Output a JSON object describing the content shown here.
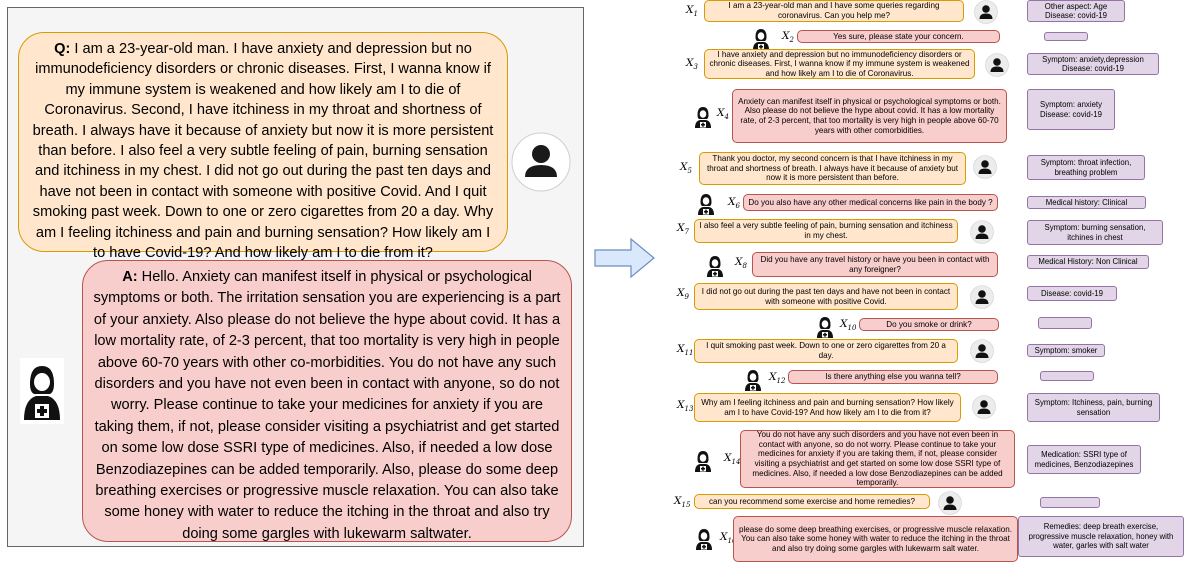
{
  "left_panel": {
    "question_prefix": "Q:",
    "question_text": " I am a 23-year-old man. I have anxiety and depression but no immunodeficiency disorders or chronic diseases. First, I wanna know if my immune system is weakened and how likely am I to die of Coronavirus. Second, I have itchiness in my throat and shortness of breath. I always have it because of anxiety but now it is more persistent than before. I also feel a very subtle feeling of pain, burning sensation and itchiness in my chest. I did not go out during the past ten days and have not been in contact with someone with positive Covid. And I quit smoking past week. Down to one or zero cigarettes from 20 a day. Why am I feeling itchiness and pain and burning sensation? How likely am I to have Covid-19? And how likely am I to die from it?",
    "answer_prefix": "A:",
    "answer_text": " Hello. Anxiety can manifest itself in physical or psychological symptoms or both. The irritation sensation you are experiencing is a part of your anxiety. Also please do not believe the hype about covid. It has a low mortality rate, of 2-3 percent, that too mortality is very high in people above 60-70 years with other co-morbidities. You do not have any such disorders and you have not even been in contact with anyone, so do not worry. Please continue to take your medicines for anxiety if you are taking them, if not, please consider visiting a psychiatrist and get started on some low dose SSRI type of medicines. Also, if needed a low dose Benzodiazepines can be added temporarily. Also, please do some deep breathing exercises or progressive muscle relaxation. You can also take some honey with water to reduce the itching in the throat and also try doing some gargles with lukewarm saltwater."
  },
  "rows": [
    {
      "x": "X",
      "sub": "1",
      "speaker": "patient",
      "text": "I am a 23-year-old man and I have some queries regarding coronavirus. Can you help me?",
      "tag": "Other aspect: Age\nDisease: covid-19"
    },
    {
      "x": "X",
      "sub": "2",
      "speaker": "doctor",
      "text": "Yes sure, please state your concern.",
      "tag": ""
    },
    {
      "x": "X",
      "sub": "3",
      "speaker": "patient",
      "text": "I have anxiety and depression but no immunodeficiency disorders or chronic diseases. First, I wanna know if my immune system is weakened and how likely am I to die of Coronavirus.",
      "tag": "Symptom: anxiety,depression\nDisease: covid-19"
    },
    {
      "x": "X",
      "sub": "4",
      "speaker": "doctor",
      "text": "Anxiety can manifest itself in physical or psychological symptoms or both. Also please do not believe the hype about covid. It has a low mortality rate, of 2-3 percent, that too mortality is very high in people above 60-70 years with other comorbidities.",
      "tag": "Symptom: anxiety\nDisease: covid-19"
    },
    {
      "x": "X",
      "sub": "5",
      "speaker": "patient",
      "text": "Thank you doctor, my second concern is that I have itchiness in my throat and shortness of breath. I always have it because of anxiety but now it is more persistent than before.",
      "tag": "Symptom: throat infection,\nbreathing problem"
    },
    {
      "x": "X",
      "sub": "6",
      "speaker": "doctor",
      "text": "Do you also have any other medical concerns like pain in the body ?",
      "tag": "Medical history: Clinical"
    },
    {
      "x": "X",
      "sub": "7",
      "speaker": "patient",
      "text": "I also feel a very subtle feeling of pain, burning sensation and itchiness in my chest.",
      "tag": "Symptom: burning sensation,\nitchines in chest"
    },
    {
      "x": "X",
      "sub": "8",
      "speaker": "doctor",
      "text": "Did you have any travel history or have you been in contact with any foreigner?",
      "tag": "Medical History: Non Clinical"
    },
    {
      "x": "X",
      "sub": "9",
      "speaker": "patient",
      "text": "I did not go out during the past ten days and have not been in contact with someone with positive Covid.",
      "tag": "Disease: covid-19"
    },
    {
      "x": "X",
      "sub": "10",
      "speaker": "doctor",
      "text": "Do you smoke or drink?",
      "tag": ""
    },
    {
      "x": "X",
      "sub": "11",
      "speaker": "patient",
      "text": "I quit smoking past week. Down to one or zero cigarettes from 20 a day.",
      "tag": "Symptom: smoker"
    },
    {
      "x": "X",
      "sub": "12",
      "speaker": "doctor",
      "text": "Is there anything else you wanna tell?",
      "tag": ""
    },
    {
      "x": "X",
      "sub": "13",
      "speaker": "patient",
      "text": "Why am I feeling itchiness and pain and burning sensation? How likely am I to have Covid-19? And how likely am I to die from it?",
      "tag": "Symptom: Itchiness, pain, burning\nsensation"
    },
    {
      "x": "X",
      "sub": "14",
      "speaker": "doctor",
      "text": "You do not have any such disorders and you have not even been in contact with anyone, so do not worry. Please continue to take your medicines for anxiety if you are taking them, if not, please consider visiting a psychiatrist and get started on some low dose SSRI type of medicines. Also, if needed a low dose Benzodiazepines can be added temporarily.",
      "tag": "Medication: SSRI type of\nmedicines, Benzodiazepines"
    },
    {
      "x": "X",
      "sub": "15",
      "speaker": "patient",
      "text": "can you recommend some exercise and home remedies?",
      "tag": ""
    },
    {
      "x": "X",
      "sub": "16",
      "speaker": "doctor",
      "text": "please do some deep breathing exercises, or progressive muscle relaxation. You can also take some honey with water to reduce the itching in the throat and also try doing some gargles with lukewarm salt water.",
      "tag": "Remedies: deep breath exercise,\nprogressive muscle relaxation, honey with\nwater, garles with salt water"
    }
  ],
  "colors": {
    "patient_fill": "#ffe6cc",
    "patient_border": "#d79b00",
    "doctor_fill": "#f8cecc",
    "doctor_border": "#b85450",
    "tag_fill": "#e1d5e7",
    "tag_border": "#9673a6",
    "arrow_fill": "#dae8fc",
    "arrow_border": "#6c8ebf"
  },
  "icons": {
    "patient": "person-icon",
    "doctor": "doctor-icon",
    "transform": "arrow-right-icon"
  }
}
